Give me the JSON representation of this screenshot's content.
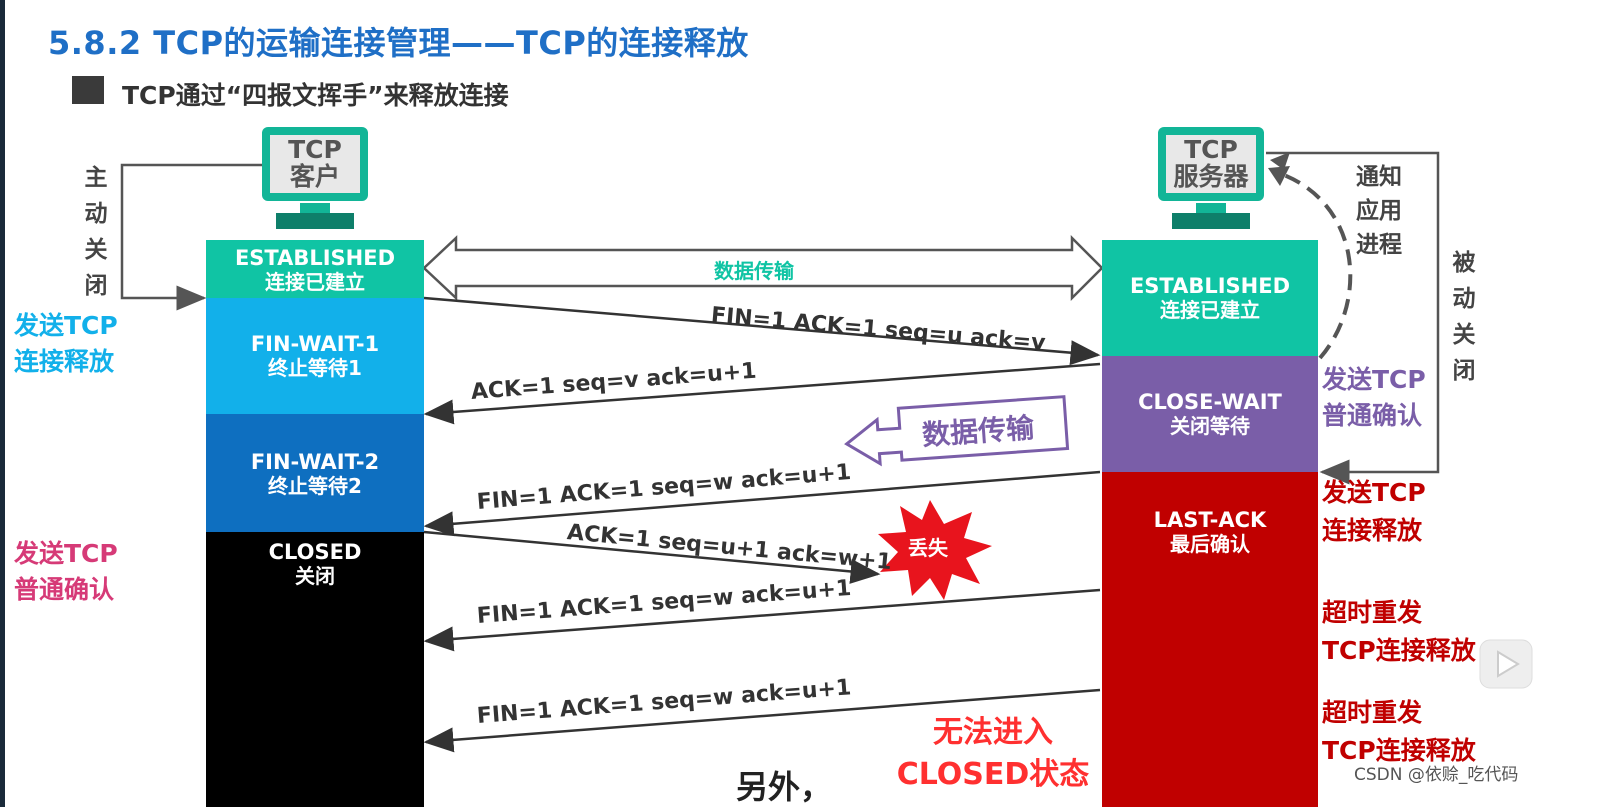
{
  "title": "5.8.2 TCP的运输连接管理——TCP的连接释放",
  "subtitle": "TCP通过“四报文挥手”来释放连接",
  "client": {
    "monitor_line1": "TCP",
    "monitor_line2": "客户",
    "active_close": [
      "主",
      "动",
      "关",
      "闭"
    ],
    "states": [
      {
        "en": "ESTABLISHED",
        "cn": "连接已建立"
      },
      {
        "en": "FIN-WAIT-1",
        "cn": "终止等待1"
      },
      {
        "en": "FIN-WAIT-2",
        "cn": "终止等待2"
      },
      {
        "en": "CLOSED",
        "cn": "关闭"
      }
    ],
    "left_note1": [
      "发送TCP",
      "连接释放"
    ],
    "left_note2": [
      "发送TCP",
      "普通确认"
    ]
  },
  "server": {
    "monitor_line1": "TCP",
    "monitor_line2": "服务器",
    "notify_app": [
      "通知",
      "应用",
      "进程"
    ],
    "passive_close": [
      "被",
      "动",
      "关",
      "闭"
    ],
    "states": [
      {
        "en": "ESTABLISHED",
        "cn": "连接已建立"
      },
      {
        "en": "CLOSE-WAIT",
        "cn": "关闭等待"
      },
      {
        "en": "LAST-ACK",
        "cn": "最后确认"
      }
    ],
    "right_note1": [
      "发送TCP",
      "普通确认"
    ],
    "right_note2": [
      "发送TCP",
      "连接释放"
    ],
    "right_note3": [
      "超时重发",
      "TCP连接释放"
    ],
    "right_note4": [
      "超时重发",
      "TCP连接释放"
    ]
  },
  "data_transfer_label": "数据传输",
  "data_transfer_box": "数据传输",
  "messages": {
    "m1": "FIN=1   ACK=1   seq=u   ack=v",
    "m2": "ACK=1   seq=v   ack=u+1",
    "m3": "FIN=1   ACK=1   seq=w   ack=u+1",
    "m4": "ACK=1   seq=u+1   ack=w+1",
    "m5": "FIN=1   ACK=1   seq=w   ack=u+1",
    "m6": "FIN=1   ACK=1   seq=w   ack=u+1"
  },
  "lost_label": "丢失",
  "cannot_enter": [
    "无法进入",
    "CLOSED状态"
  ],
  "bottom_partial": "另外，",
  "watermark": "CSDN @依赊_吃代码",
  "colors": {
    "title_blue": "#1f6fc6",
    "established": "#10c4a4",
    "fin_wait_1": "#12b0ea",
    "fin_wait_2": "#0e6fc0",
    "closed": "#000000",
    "close_wait": "#7a5ea8",
    "last_ack": "#c00000",
    "cyan_note": "#12b0ea",
    "pink_note": "#d63a77",
    "purple_note": "#7a5ea8"
  }
}
